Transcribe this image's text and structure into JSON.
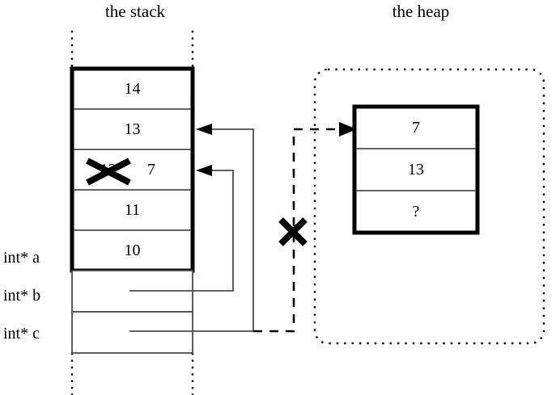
{
  "titles": {
    "stack": "the stack",
    "heap": "the heap"
  },
  "stack": {
    "cells": [
      {
        "value": "14",
        "struck": false
      },
      {
        "value": "13",
        "struck": false
      },
      {
        "value": "12",
        "struck": true,
        "replacement": "7"
      },
      {
        "value": "11",
        "struck": false
      },
      {
        "value": "10",
        "struck": false
      }
    ],
    "pointer_vars": [
      {
        "label": "int* a"
      },
      {
        "label": "int* b"
      },
      {
        "label": "int* c"
      }
    ]
  },
  "heap": {
    "cells": [
      {
        "value": "7"
      },
      {
        "value": "13"
      },
      {
        "value": "?"
      }
    ]
  },
  "annotations": {
    "strike_marker": "x-strike-icon",
    "dangling_marker": "x-strike-icon"
  },
  "colors": {
    "ink": "#000000",
    "background": "#ffffff",
    "thin_rule": "#4d4d4d"
  }
}
